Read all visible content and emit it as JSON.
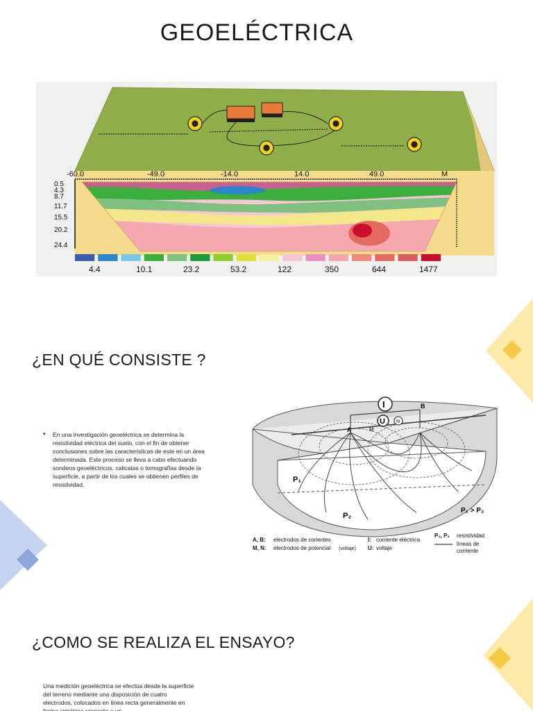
{
  "title": "GEOELÉCTRICA",
  "section1": {
    "heading": "¿EN QUÉ CONSISTE ?",
    "bullet": "En una investigación geoeléctrica se determina la resistividad eléctrica del suelo, con el fin de obtener conclusiones sobre las características de este en un área determinada. Este proceso se lleva a cabo efectuando sondeos geoeléctricos, calicatas o tomografías desde la superficie, a partir de los cuales se obtienen perfiles de resistividad."
  },
  "section2": {
    "heading": "¿COMO SE REALIZA EL ENSAYO?",
    "bullet": "Una medición geoeléctrica se efectúa desde la superficie del terreno mediante una disposición de cuatro electrodos, colocados en línea recta generalmente en forma simétrica respecto a un"
  },
  "figure1": {
    "x_ticks": [
      "-60.0",
      "-49.0",
      "-14.0",
      "14.0",
      "49.0",
      "M"
    ],
    "depth_ticks": [
      "0.5",
      "4.3",
      "8.7",
      "11.7",
      "15.5",
      "20.2",
      "24.4"
    ],
    "scale_labels": [
      "4.4",
      "10.1",
      "23.2",
      "53.2",
      "122",
      "350",
      "644",
      "1477"
    ],
    "scale_colors": [
      "#3a5fa8",
      "#2a86c8",
      "#7cc8e6",
      "#3cae3c",
      "#7fbf7f",
      "#1f9a3a",
      "#8ccf2f",
      "#dfe03a",
      "#f5f0a0",
      "#f7c6d4",
      "#e890c0",
      "#f2a6b0",
      "#ef8a80",
      "#e46a62",
      "#d9605a",
      "#c8102e"
    ]
  },
  "figure2": {
    "label_I": "I",
    "label_U": "U",
    "label_A": "A",
    "label_B": "B",
    "label_M": "M",
    "label_N": "N",
    "label_P1": "P₁",
    "label_P2": "P₂",
    "label_compare": "P₁ > P₂",
    "legend": {
      "ab_key": "A, B:",
      "ab_text": "electrodos de corientes",
      "mn_key": "M, N:",
      "mn_text": "electrodos de potencial",
      "mn_paren": "(voltaje)",
      "i_key": "I:",
      "i_text": "corriente eléctrica",
      "u_key": "U:",
      "u_text": "voltaje",
      "p_key": "P₁, P₂",
      "p_text": "resistividad",
      "line_text_1": "líneas de",
      "line_text_2": "corriente"
    }
  },
  "colors": {
    "deco_yellow": "#fbe08a",
    "deco_yellow_dark": "#f7c948",
    "deco_blue": "#b8c8ec",
    "deco_blue_dark": "#8ea6dc"
  }
}
